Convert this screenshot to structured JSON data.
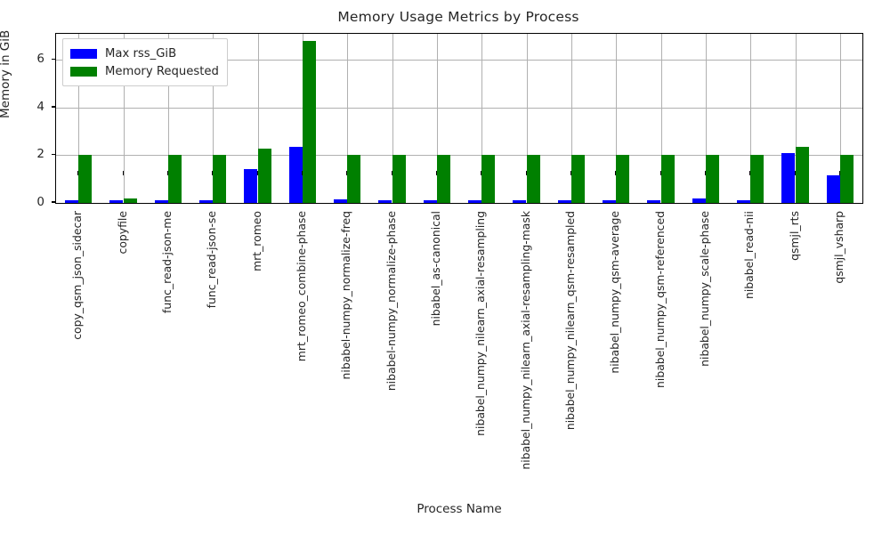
{
  "chart_data": {
    "type": "bar",
    "title": "Memory Usage Metrics by Process",
    "xlabel": "Process Name",
    "ylabel": "Memory in GiB",
    "ylim": [
      0,
      7.1
    ],
    "yticks": [
      0,
      2,
      4,
      6
    ],
    "ytick_labels": [
      "0",
      "2",
      "4",
      "6"
    ],
    "grid": true,
    "legend_position": "upper left",
    "categories": [
      "copy_qsm_json_sidecar",
      "copyfile",
      "func_read-json-me",
      "func_read-json-se",
      "mrt_romeo",
      "mrt_romeo_combine-phase",
      "nibabel-numpy_normalize-freq",
      "nibabel-numpy_normalize-phase",
      "nibabel_as-canonical",
      "nibabel_numpy_nilearn_axial-resampling",
      "nibabel_numpy_nilearn_axial-resampling-mask",
      "nibabel_numpy_nilearn_qsm-resampled",
      "nibabel_numpy_qsm-average",
      "nibabel_numpy_qsm-referenced",
      "nibabel_numpy_scale-phase",
      "nibabel_read-nii",
      "qsmjl_rts",
      "qsmjl_vsharp"
    ],
    "series": [
      {
        "name": "Max rss_GiB",
        "color": "#0000ff",
        "values": [
          0.11,
          0.11,
          0.11,
          0.11,
          1.42,
          2.35,
          0.15,
          0.11,
          0.11,
          0.12,
          0.11,
          0.11,
          0.11,
          0.11,
          0.18,
          0.11,
          2.1,
          1.17
        ]
      },
      {
        "name": "Memory Requested",
        "color": "#008000",
        "values": [
          2.0,
          0.2,
          2.0,
          2.0,
          2.27,
          6.79,
          2.0,
          2.0,
          2.0,
          2.0,
          2.0,
          2.0,
          2.0,
          2.0,
          2.0,
          2.0,
          2.35,
          2.0
        ]
      }
    ]
  }
}
